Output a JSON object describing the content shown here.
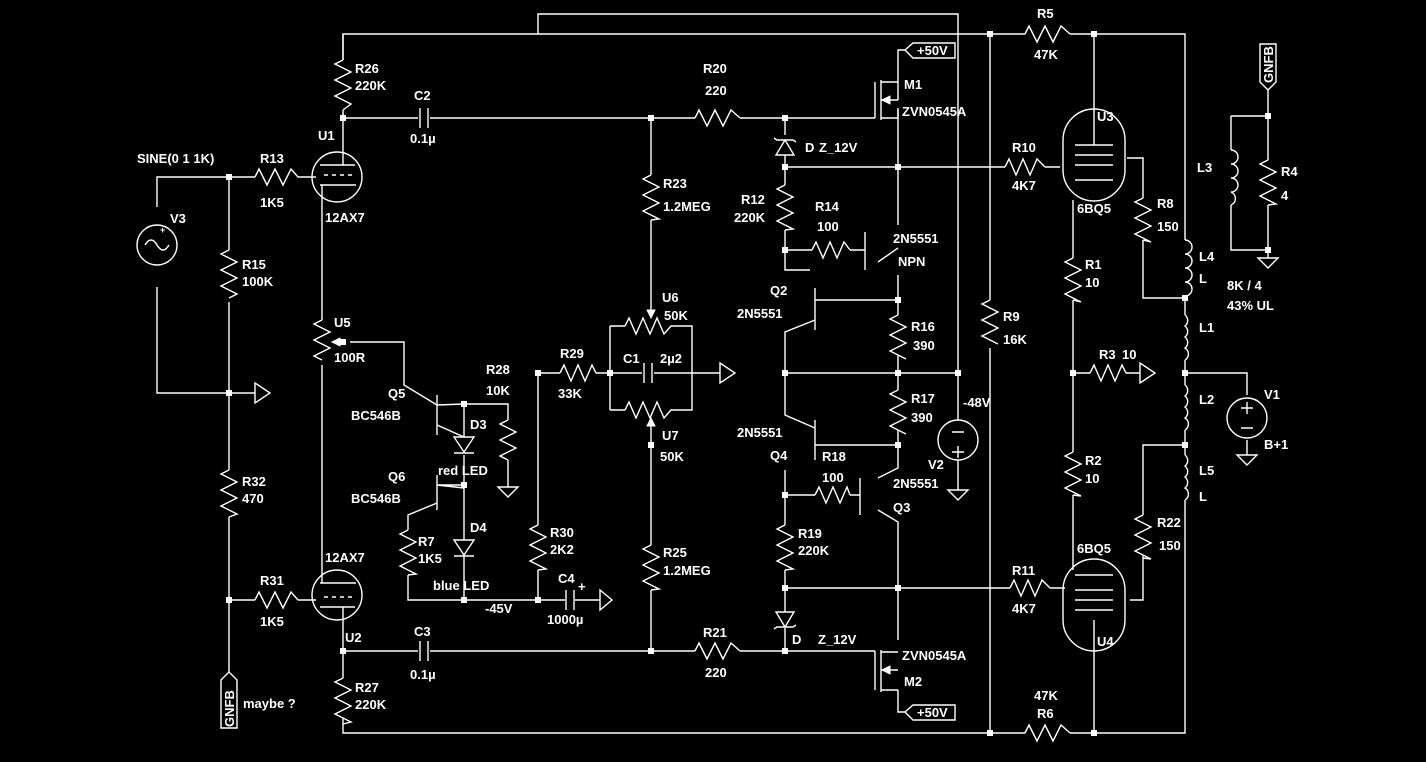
{
  "schematic": {
    "colors": {
      "background": "#000000",
      "ink": "#ffffff"
    },
    "source_v3": {
      "spec": "SINE(0 1 1K)",
      "ref": "V3"
    },
    "r13": {
      "ref": "R13",
      "value": "1K5"
    },
    "r15": {
      "ref": "R15",
      "value": "100K"
    },
    "r32": {
      "ref": "R32",
      "value": "470"
    },
    "r31": {
      "ref": "R31",
      "value": "1K5"
    },
    "gnfb_in": {
      "label": "GNFB",
      "note": "maybe ?"
    },
    "u1": {
      "ref": "U1",
      "type": "12AX7"
    },
    "u2": {
      "ref": "U2",
      "type": "12AX7"
    },
    "r26": {
      "ref": "R26",
      "value": "220K"
    },
    "r27": {
      "ref": "R27",
      "value": "220K"
    },
    "c2": {
      "ref": "C2",
      "value": "0.1µ"
    },
    "c3": {
      "ref": "C3",
      "value": "0.1µ"
    },
    "u5": {
      "ref": "U5",
      "value": "100R"
    },
    "q5": {
      "ref": "Q5",
      "type": "BC546B"
    },
    "q6": {
      "ref": "Q6",
      "type": "BC546B"
    },
    "r28": {
      "ref": "R28",
      "value": "10K"
    },
    "d3": {
      "ref": "D3",
      "type": "red LED"
    },
    "d4": {
      "ref": "D4",
      "type": "blue LED"
    },
    "r7": {
      "ref": "R7",
      "value": "1K5"
    },
    "neg45": "-45V",
    "r29": {
      "ref": "R29",
      "value": "33K"
    },
    "r30": {
      "ref": "R30",
      "value": "2K2"
    },
    "c4": {
      "ref": "C4",
      "value": "1000µ",
      "polarity": "+"
    },
    "c1": {
      "ref": "C1",
      "value": "2µ2"
    },
    "u6": {
      "ref": "U6",
      "value": "50K"
    },
    "u7": {
      "ref": "U7",
      "value": "50K"
    },
    "r23": {
      "ref": "R23",
      "value": "1.2MEG"
    },
    "r25": {
      "ref": "R25",
      "value": "1.2MEG"
    },
    "r20": {
      "ref": "R20",
      "value": "220"
    },
    "r21": {
      "ref": "R21",
      "value": "220"
    },
    "zener_top": {
      "ref": "D",
      "type": "Z_12V"
    },
    "zener_bot": {
      "ref": "D",
      "type": "Z_12V"
    },
    "m1": {
      "ref": "M1",
      "type": "ZVN0545A",
      "supply": "+50V"
    },
    "m2": {
      "ref": "M2",
      "type": "ZVN0545A",
      "supply": "+50V"
    },
    "r12": {
      "ref": "R12",
      "value": "220K"
    },
    "r19": {
      "ref": "R19",
      "value": "220K"
    },
    "r14": {
      "ref": "R14",
      "value": "100"
    },
    "r18": {
      "ref": "R18",
      "value": "100"
    },
    "q1": {
      "type": "2N5551",
      "kind": "NPN"
    },
    "q2": {
      "ref": "Q2",
      "type": "2N5551"
    },
    "q4": {
      "ref": "Q4",
      "type": "2N5551"
    },
    "q3": {
      "ref": "Q3",
      "type": "2N5551"
    },
    "r16": {
      "ref": "R16",
      "value": "390"
    },
    "r17": {
      "ref": "R17",
      "value": "390"
    },
    "v2": {
      "ref": "V2",
      "value": "-48V"
    },
    "r9": {
      "ref": "R9",
      "value": "16K"
    },
    "r5": {
      "ref": "R5",
      "value": "47K"
    },
    "r6": {
      "ref": "R6",
      "value": "47K"
    },
    "r10": {
      "ref": "R10",
      "value": "4K7"
    },
    "r11": {
      "ref": "R11",
      "value": "4K7"
    },
    "u3": {
      "ref": "U3",
      "type": "6BQ5"
    },
    "u4": {
      "ref": "U4",
      "type": "6BQ5"
    },
    "r1": {
      "ref": "R1",
      "value": "10"
    },
    "r2": {
      "ref": "R2",
      "value": "10"
    },
    "r3": {
      "ref": "R3",
      "value": "10"
    },
    "r8": {
      "ref": "R8",
      "value": "150"
    },
    "r22": {
      "ref": "R22",
      "value": "150"
    },
    "l1": {
      "ref": "L1"
    },
    "l2": {
      "ref": "L2"
    },
    "l3": {
      "ref": "L3"
    },
    "l4": {
      "ref": "L4",
      "value": "L"
    },
    "l5": {
      "ref": "L5",
      "value": "L"
    },
    "r4": {
      "ref": "R4",
      "value": "4"
    },
    "gnfb_out": {
      "label": "GNFB"
    },
    "transformer_note": {
      "line1": "8K / 4",
      "line2": "43% UL"
    },
    "v1": {
      "ref": "V1",
      "value": "B+1"
    }
  }
}
